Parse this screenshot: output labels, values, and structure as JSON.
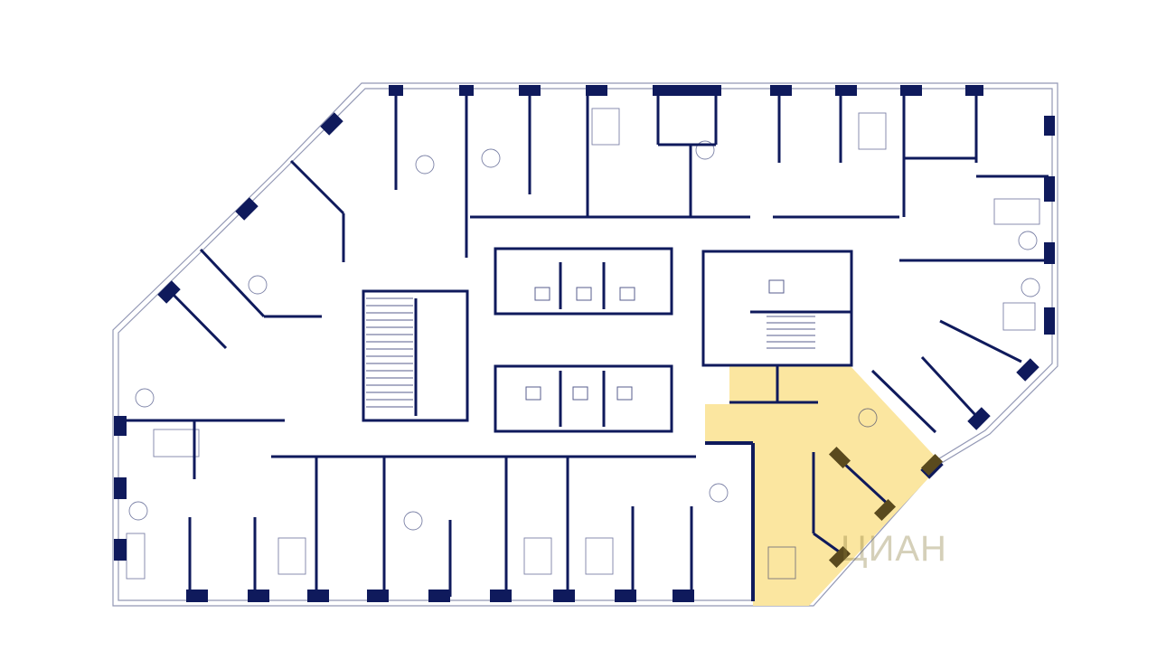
{
  "plan": {
    "highlight_color": "#fbe6a0",
    "wall_color": "#0f1a5c",
    "watermark": "ЦИАН",
    "stair_sign": "stair",
    "elevator_sign": "elevator"
  }
}
